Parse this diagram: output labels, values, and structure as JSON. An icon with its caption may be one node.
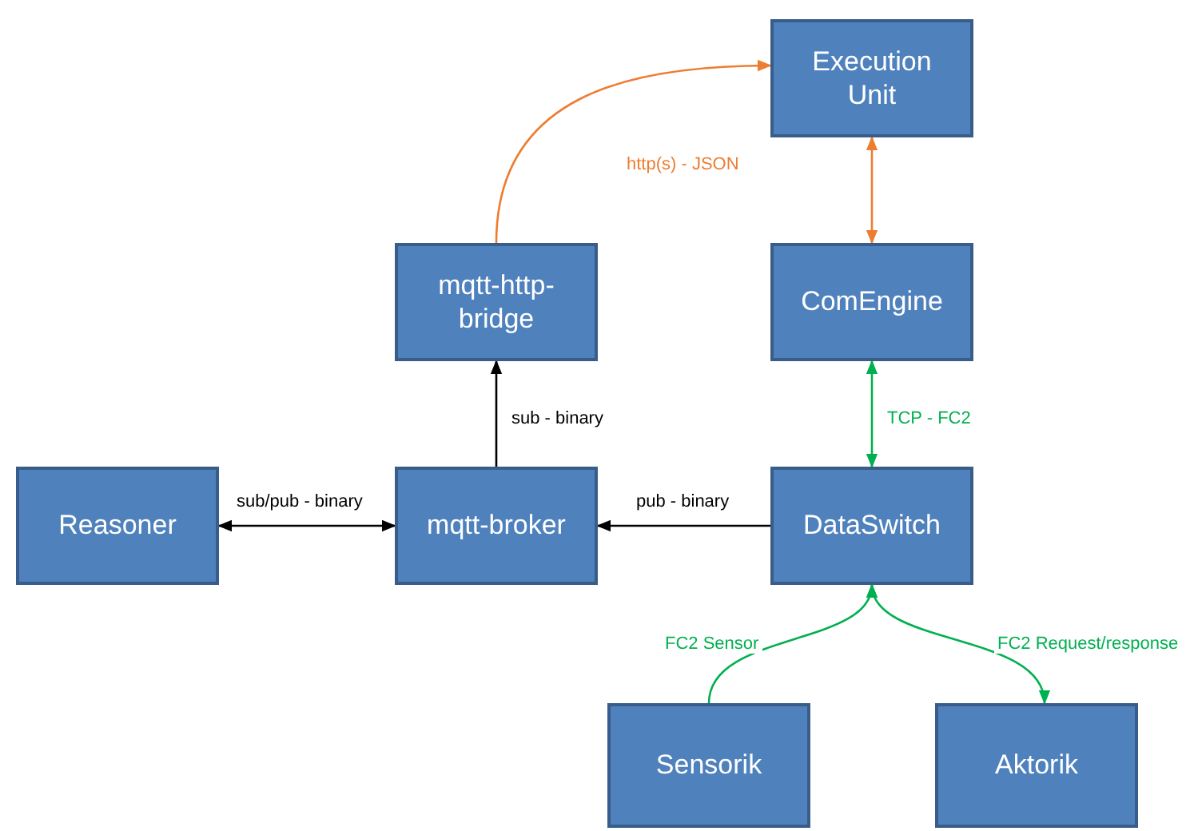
{
  "diagram": {
    "nodes": [
      {
        "text": [
          "Execution Unit"
        ]
      },
      {
        "text": [
          "mqtt-http-bridge"
        ]
      },
      {
        "text": [
          "ComEngine"
        ]
      },
      {
        "text": [
          "Reasoner"
        ]
      },
      {
        "text": [
          "mqtt-broker"
        ]
      },
      {
        "text": [
          "DataSwitch"
        ]
      },
      {
        "text": [
          "Sensorik"
        ]
      },
      {
        "text": [
          "Aktorik"
        ]
      }
    ],
    "edges": [
      {
        "from": 1,
        "to": 0,
        "arrow": "to",
        "label": "http(s) - JSON",
        "color": "#ed7d31"
      },
      {
        "from": 0,
        "to": 2,
        "arrow": "both",
        "color": "#ed7d31"
      },
      {
        "from": 2,
        "to": 5,
        "arrow": "both",
        "label": "TCP - FC2",
        "color": "#00b050"
      },
      {
        "from": 4,
        "to": 1,
        "arrow": "to",
        "label": "sub - binary",
        "color": "#000000"
      },
      {
        "from": 3,
        "to": 4,
        "arrow": "both",
        "label": "sub/pub - binary",
        "color": "#000000"
      },
      {
        "from": 5,
        "to": 4,
        "arrow": "to",
        "label": "pub - binary",
        "color": "#000000"
      },
      {
        "from": 6,
        "to": 5,
        "arrow": "to",
        "label": "FC2 Sensor",
        "color": "#00b050"
      },
      {
        "from": 5,
        "to": 7,
        "arrow": "both",
        "label": "FC2 Request/response",
        "color": "#00b050"
      }
    ]
  }
}
